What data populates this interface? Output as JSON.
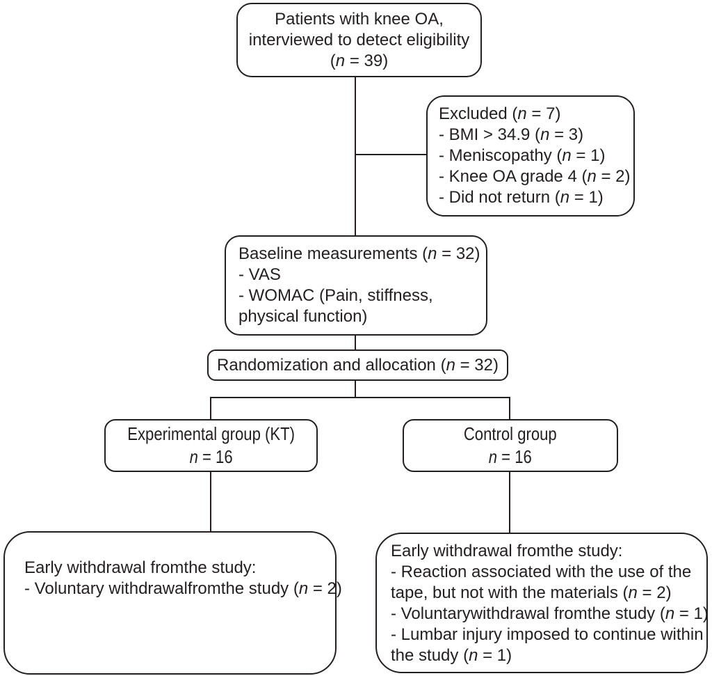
{
  "figure": {
    "ink_color": "#231f20",
    "background": "#ffffff",
    "boxes": {
      "eligibility": {
        "lines": [
          "Patients with knee OA,",
          "interviewed to detect eligibility",
          "(n = 39)"
        ]
      },
      "excluded": {
        "lines": [
          "Excluded (n = 7)",
          "- BMI > 34.9 (n = 3)",
          "- Meniscopathy (n = 1)",
          "- Knee OA grade 4 (n = 2)",
          "- Did not return (n = 1)"
        ]
      },
      "baseline": {
        "lines": [
          "Baseline measurements (n = 32)",
          "- VAS",
          "- WOMAC (Pain, stiffness,",
          "physical function)"
        ]
      },
      "randomization": {
        "lines": [
          "Randomization and allocation (n = 32)"
        ]
      },
      "experimental": {
        "lines": [
          "Experimental group (KT)",
          "n = 16"
        ]
      },
      "control": {
        "lines": [
          "Control group",
          "n = 16"
        ]
      },
      "withdrawal_experimental": {
        "lines": [
          "Early withdrawal fromthe study:",
          "- Voluntary withdrawalfromthe study (n = 2)"
        ]
      },
      "withdrawal_control": {
        "lines": [
          "Early withdrawal fromthe study:",
          "- Reaction associated with the use of the",
          "tape, but not with the materials (n = 2)",
          "- Voluntarywithdrawal fromthe study (n = 1)",
          "- Lumbar injury imposed to continue within",
          "the study (n = 1)"
        ]
      }
    }
  }
}
